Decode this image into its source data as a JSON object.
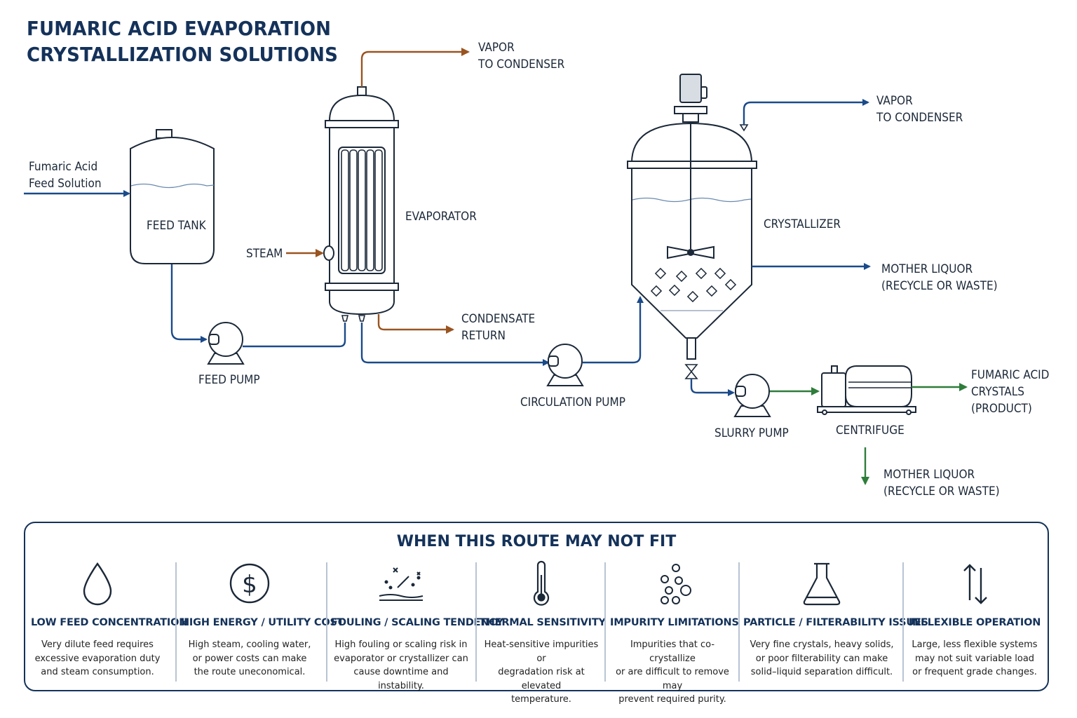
{
  "title": {
    "line1": "FUMARIC ACID EVAPORATION",
    "line2": "CRYSTALLIZATION SOLUTIONS"
  },
  "labels": {
    "feed_solution": [
      "Fumaric Acid",
      "Feed Solution"
    ],
    "feed_tank": "FEED TANK",
    "feed_pump": "FEED PUMP",
    "steam": "STEAM",
    "evaporator": "EVAPORATOR",
    "vapor_evap": [
      "VAPOR",
      "TO CONDENSER"
    ],
    "condensate": [
      "CONDENSATE",
      "RETURN"
    ],
    "circulation_pump": "CIRCULATION PUMP",
    "crystallizer": "CRYSTALLIZER",
    "vapor_cryst": [
      "VAPOR",
      "TO CONDENSER"
    ],
    "mother_liquor_1": [
      "MOTHER LIQUOR",
      "(RECYCLE OR WASTE)"
    ],
    "slurry_pump": "SLURRY PUMP",
    "centrifuge": "CENTRIFUGE",
    "product": [
      "FUMARIC ACID",
      "CRYSTALS",
      "(PRODUCT)"
    ],
    "mother_liquor_2": [
      "MOTHER LIQUOR",
      "(RECYCLE OR WASTE)"
    ]
  },
  "colors": {
    "process_line": "#1a4a8a",
    "steam_line": "#9a5420",
    "product_line": "#2e7d3a",
    "outline": "#1b2838",
    "title": "#14325a"
  },
  "panel": {
    "title": "WHEN THIS ROUTE MAY NOT FIT",
    "items": [
      {
        "icon": "droplet-icon",
        "heading": "LOW FEED CONCENTRATION",
        "desc": [
          "Very dilute feed requires",
          "excessive evaporation duty",
          "and steam consumption."
        ]
      },
      {
        "icon": "dollar-icon",
        "heading": "HIGH ENERGY / UTILITY COST",
        "desc": [
          "High steam, cooling water,",
          "or power costs can make",
          "the route uneconomical."
        ]
      },
      {
        "icon": "scaling-icon",
        "heading": "FOULING / SCALING TENDENCY",
        "desc": [
          "High fouling or scaling risk in",
          "evaporator or crystallizer can",
          "cause downtime and instability."
        ]
      },
      {
        "icon": "thermometer-icon",
        "heading": "THERMAL SENSITIVITY",
        "desc": [
          "Heat-sensitive impurities or",
          "degradation risk at elevated",
          "temperature."
        ]
      },
      {
        "icon": "particles-icon",
        "heading": "IMPURITY LIMITATIONS",
        "desc": [
          "Impurities that co-crystallize",
          "or are difficult to remove may",
          "prevent required purity."
        ]
      },
      {
        "icon": "flask-icon",
        "heading": "PARTICLE / FILTERABILITY ISSUES",
        "desc": [
          "Very fine crystals, heavy solids,",
          "or poor filterability can make",
          "solid–liquid separation difficult."
        ]
      },
      {
        "icon": "arrows-updown-icon",
        "heading": "INFLEXIBLE OPERATION",
        "desc": [
          "Large, less flexible systems",
          "may not suit variable load",
          "or frequent grade changes."
        ]
      }
    ]
  }
}
